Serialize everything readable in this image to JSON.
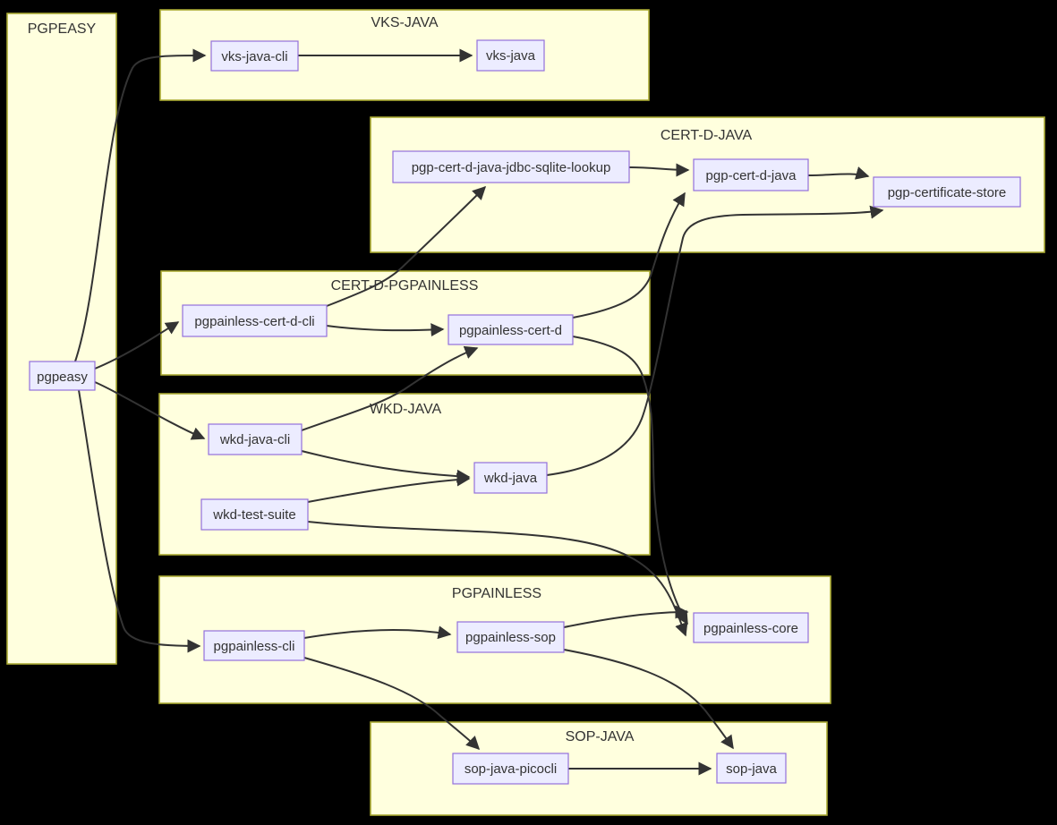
{
  "diagram": {
    "type": "dependency-flowchart",
    "background_color": "#000000",
    "cluster_fill": "#ffffde",
    "cluster_border": "#aaaa33",
    "node_fill": "#ececff",
    "node_border": "#9370db",
    "edge_color": "#333333",
    "text_color": "#333333",
    "clusters": [
      {
        "id": "pgpeasy-group",
        "label": "PGPEASY"
      },
      {
        "id": "vks-java-group",
        "label": "VKS-JAVA"
      },
      {
        "id": "cert-d-java-group",
        "label": "CERT-D-JAVA"
      },
      {
        "id": "cert-d-pgpainless-group",
        "label": "CERT-D-PGPAINLESS"
      },
      {
        "id": "wkd-java-group",
        "label": "WKD-JAVA"
      },
      {
        "id": "pgpainless-group",
        "label": "PGPAINLESS"
      },
      {
        "id": "sop-java-group",
        "label": "SOP-JAVA"
      }
    ],
    "nodes": [
      {
        "id": "pgpeasy",
        "label": "pgpeasy"
      },
      {
        "id": "vks-java-cli",
        "label": "vks-java-cli"
      },
      {
        "id": "vks-java",
        "label": "vks-java"
      },
      {
        "id": "pgp-cert-d-java-jdbc-sqlite-lookup",
        "label": "pgp-cert-d-java-jdbc-sqlite-lookup"
      },
      {
        "id": "pgp-cert-d-java",
        "label": "pgp-cert-d-java"
      },
      {
        "id": "pgp-certificate-store",
        "label": "pgp-certificate-store"
      },
      {
        "id": "pgpainless-cert-d-cli",
        "label": "pgpainless-cert-d-cli"
      },
      {
        "id": "pgpainless-cert-d",
        "label": "pgpainless-cert-d"
      },
      {
        "id": "wkd-java-cli",
        "label": "wkd-java-cli"
      },
      {
        "id": "wkd-java",
        "label": "wkd-java"
      },
      {
        "id": "wkd-test-suite",
        "label": "wkd-test-suite"
      },
      {
        "id": "pgpainless-cli",
        "label": "pgpainless-cli"
      },
      {
        "id": "pgpainless-sop",
        "label": "pgpainless-sop"
      },
      {
        "id": "pgpainless-core",
        "label": "pgpainless-core"
      },
      {
        "id": "sop-java-picocli",
        "label": "sop-java-picocli"
      },
      {
        "id": "sop-java",
        "label": "sop-java"
      }
    ],
    "edges": [
      {
        "from": "pgpeasy",
        "to": "vks-java-cli"
      },
      {
        "from": "pgpeasy",
        "to": "pgpainless-cert-d-cli"
      },
      {
        "from": "pgpeasy",
        "to": "wkd-java-cli"
      },
      {
        "from": "pgpeasy",
        "to": "pgpainless-cli"
      },
      {
        "from": "vks-java-cli",
        "to": "vks-java"
      },
      {
        "from": "pgpainless-cert-d-cli",
        "to": "pgp-cert-d-java-jdbc-sqlite-lookup"
      },
      {
        "from": "pgpainless-cert-d-cli",
        "to": "pgpainless-cert-d"
      },
      {
        "from": "pgp-cert-d-java-jdbc-sqlite-lookup",
        "to": "pgp-cert-d-java"
      },
      {
        "from": "pgp-cert-d-java",
        "to": "pgp-certificate-store"
      },
      {
        "from": "pgpainless-cert-d",
        "to": "pgp-cert-d-java"
      },
      {
        "from": "pgpainless-cert-d",
        "to": "pgpainless-core"
      },
      {
        "from": "wkd-java-cli",
        "to": "wkd-java"
      },
      {
        "from": "wkd-java-cli",
        "to": "pgpainless-cert-d"
      },
      {
        "from": "wkd-java",
        "to": "pgp-certificate-store"
      },
      {
        "from": "wkd-test-suite",
        "to": "wkd-java"
      },
      {
        "from": "wkd-test-suite",
        "to": "pgpainless-core"
      },
      {
        "from": "pgpainless-cli",
        "to": "pgpainless-sop"
      },
      {
        "from": "pgpainless-cli",
        "to": "sop-java-picocli"
      },
      {
        "from": "pgpainless-sop",
        "to": "pgpainless-core"
      },
      {
        "from": "pgpainless-sop",
        "to": "sop-java"
      },
      {
        "from": "sop-java-picocli",
        "to": "sop-java"
      }
    ]
  }
}
